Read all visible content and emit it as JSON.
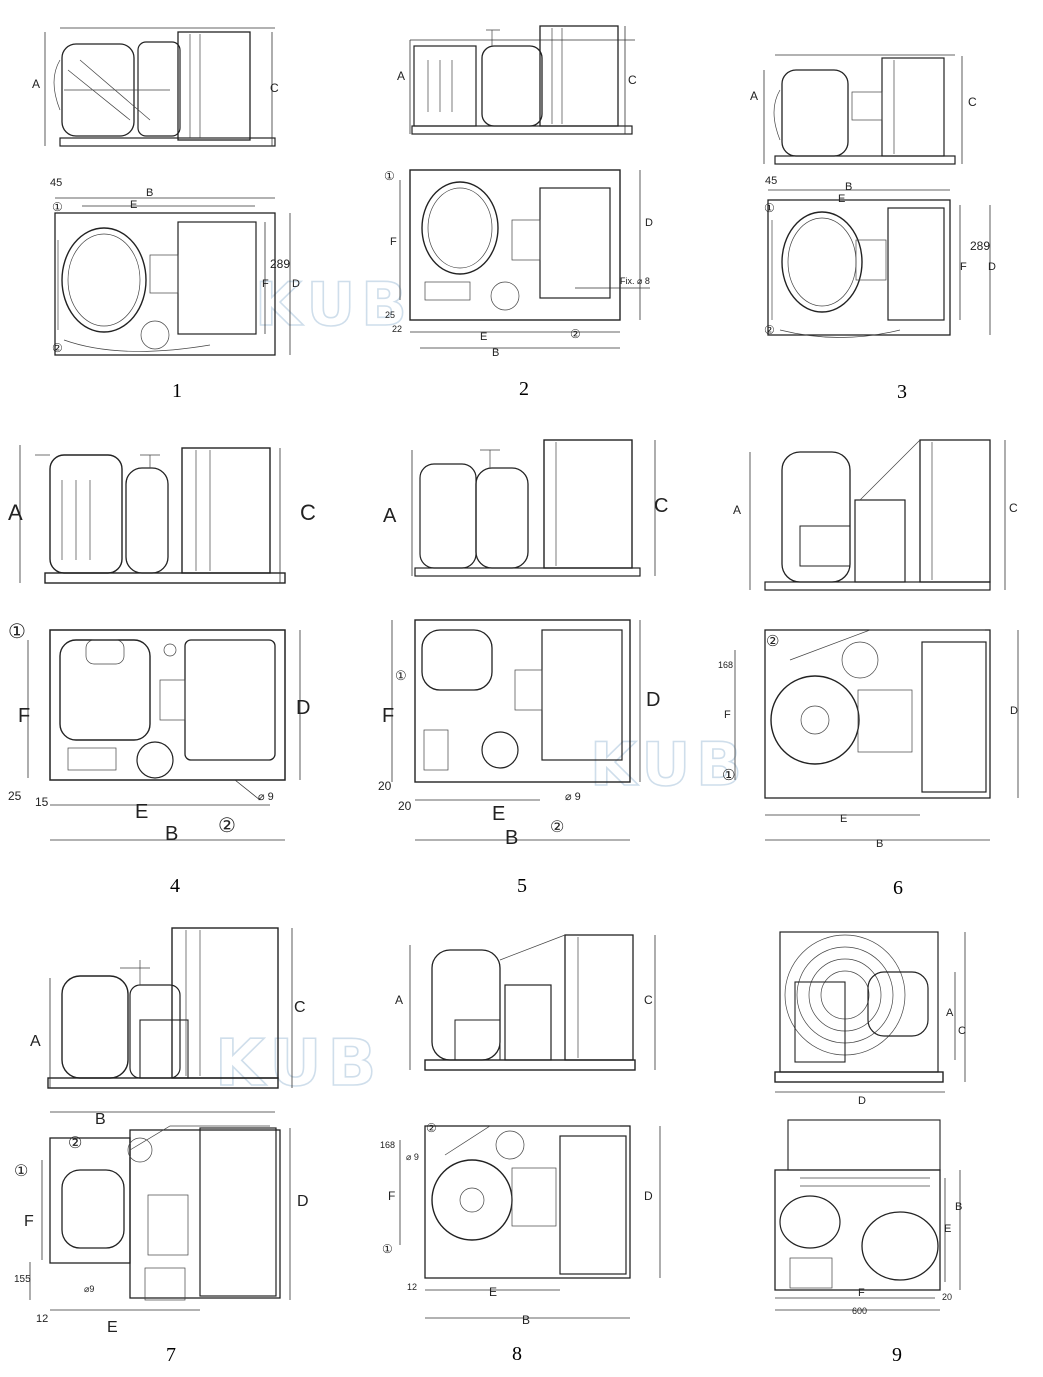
{
  "watermark": "KUB",
  "units": [
    {
      "caption": "1",
      "side": {
        "A": "A",
        "C": "C"
      },
      "top": {
        "dims": [
          "45",
          "B",
          "E",
          "289",
          "F",
          "D"
        ],
        "markers": [
          "①",
          "②"
        ]
      }
    },
    {
      "caption": "2",
      "side": {
        "A": "A",
        "C": "C"
      },
      "top": {
        "dims": [
          "F",
          "D",
          "Fix. ⌀ 8",
          "25",
          "22",
          "E",
          "B"
        ],
        "markers": [
          "①",
          "②"
        ]
      }
    },
    {
      "caption": "3",
      "side": {
        "A": "A",
        "C": "C"
      },
      "top": {
        "dims": [
          "45",
          "B",
          "E",
          "289",
          "F",
          "D"
        ],
        "markers": [
          "①",
          "②"
        ]
      }
    },
    {
      "caption": "4",
      "side": {
        "A": "A",
        "C": "C"
      },
      "top": {
        "dims": [
          "F",
          "D",
          "25",
          "15",
          "E",
          "B",
          "⌀ 9"
        ],
        "markers": [
          "①",
          "②"
        ]
      }
    },
    {
      "caption": "5",
      "side": {
        "A": "A",
        "C": "C"
      },
      "top": {
        "dims": [
          "F",
          "D",
          "20",
          "20",
          "E",
          "B",
          "⌀ 9"
        ],
        "markers": [
          "①",
          "②"
        ]
      }
    },
    {
      "caption": "6",
      "side": {
        "A": "A",
        "C": "C"
      },
      "top": {
        "dims": [
          "168",
          "F",
          "D",
          "E",
          "B"
        ],
        "markers": [
          "①",
          "②"
        ]
      }
    },
    {
      "caption": "7",
      "side": {
        "A": "A",
        "C": "C"
      },
      "top": {
        "dims": [
          "B",
          "F",
          "D",
          "155",
          "12",
          "E",
          "⌀9"
        ],
        "markers": [
          "①",
          "②"
        ]
      }
    },
    {
      "caption": "8",
      "side": {
        "A": "A",
        "C": "C"
      },
      "top": {
        "dims": [
          "168",
          "⌀ 9",
          "F",
          "D",
          "12",
          "E",
          "B"
        ],
        "markers": [
          "①",
          "②"
        ]
      }
    },
    {
      "caption": "9",
      "side": {
        "A": "A",
        "C": "C",
        "D": "D"
      },
      "top": {
        "dims": [
          "B",
          "E",
          "F",
          "20",
          "600"
        ],
        "markers": []
      }
    }
  ]
}
